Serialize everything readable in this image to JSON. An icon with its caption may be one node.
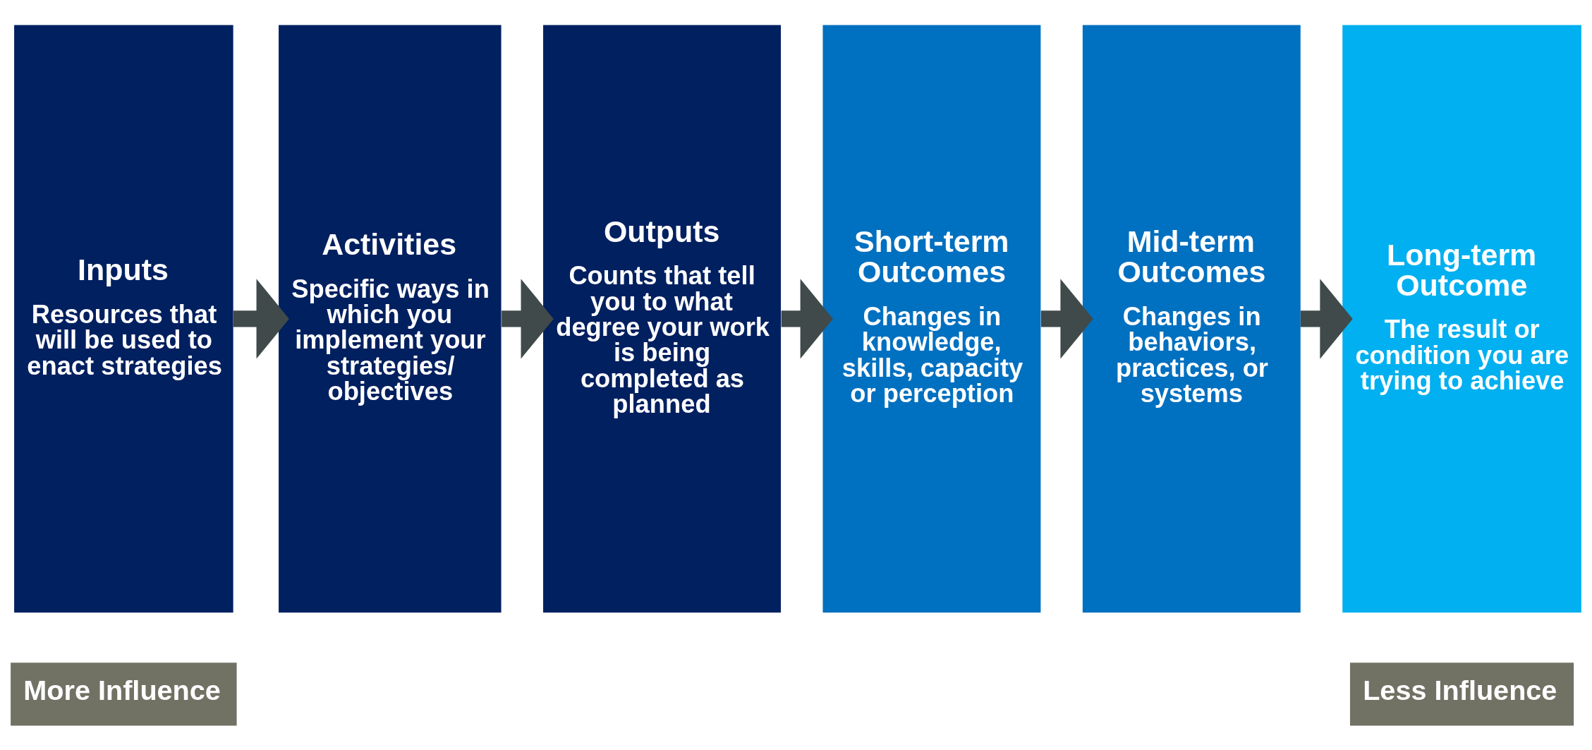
{
  "diagram": {
    "nodes": [
      {
        "text": [
          "Inputs",
          "Resources that will be used to enact strategies"
        ]
      },
      {
        "text": [
          "Activities",
          "Specific ways in which you implement your strategies/ objectives"
        ]
      },
      {
        "text": [
          "Outputs",
          "Counts that tell you to what degree your work is being completed as planned"
        ]
      },
      {
        "text": [
          "Short-term Outcomes",
          "Changes in knowledge, skills, capacity or perception"
        ]
      },
      {
        "text": [
          "Mid-term Outcomes",
          "Changes in behaviors, practices, or systems"
        ]
      },
      {
        "text": [
          "Long-term Outcome",
          "The result or condition you are trying to achieve"
        ]
      }
    ],
    "edges": [
      {
        "from": 0,
        "to": 1,
        "arrow": "to"
      },
      {
        "from": 1,
        "to": 2,
        "arrow": "to"
      },
      {
        "from": 2,
        "to": 3,
        "arrow": "to"
      },
      {
        "from": 3,
        "to": 4,
        "arrow": "to"
      },
      {
        "from": 4,
        "to": 5,
        "arrow": "to"
      }
    ],
    "labels": [
      "More Influence",
      "Less Influence"
    ]
  }
}
